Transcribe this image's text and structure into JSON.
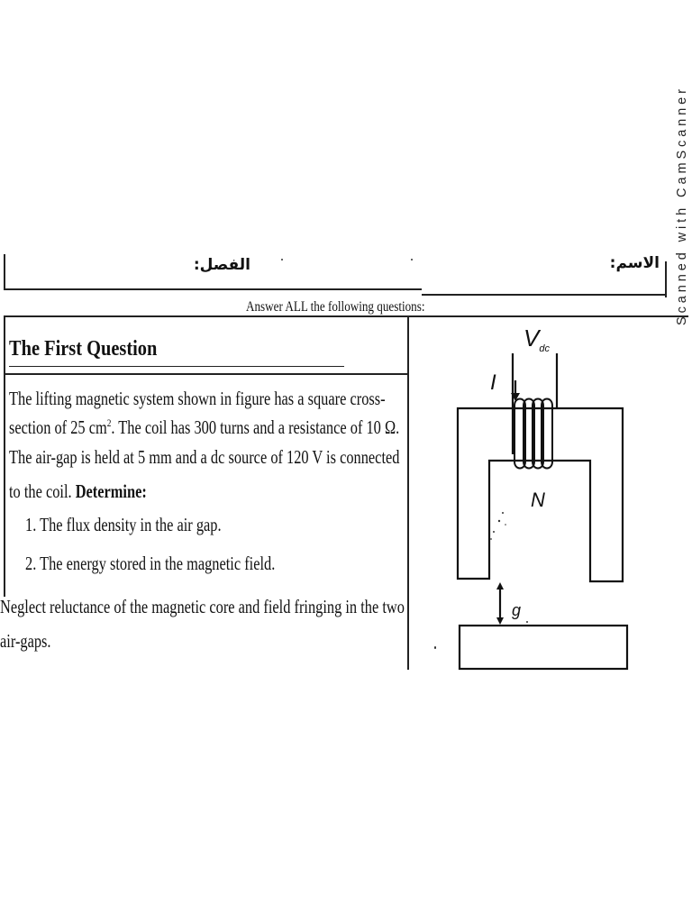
{
  "watermark": "Scanned with CamScanner",
  "header": {
    "class_label": "الفصل:",
    "name_label": "الاسم:"
  },
  "instruction": "Answer ALL the following questions:",
  "question": {
    "title": "The First Question",
    "lines": [
      "The lifting magnetic system shown in figure has a square cross-",
      "The air-gap is held at 5 mm and a dc source of 120 V is connected"
    ],
    "line2_prefix": "section of 25 cm",
    "line2_sup": "2",
    "line2_suffix": ". The coil has 300 turns and a resistance of 10 Ω.",
    "line4_prefix": "to the coil. ",
    "line4_bold": "Determine:",
    "items": [
      "1. The flux density in the air gap.",
      "2. The energy stored in the magnetic field."
    ],
    "note_line1": "Neglect reluctance of the magnetic core and field fringing in the two",
    "note_line2": "air-gaps."
  },
  "figure": {
    "source_label_main": "V",
    "source_label_sub": "dc",
    "current_label": "I",
    "turns_label": "N",
    "gap_label": "g"
  }
}
